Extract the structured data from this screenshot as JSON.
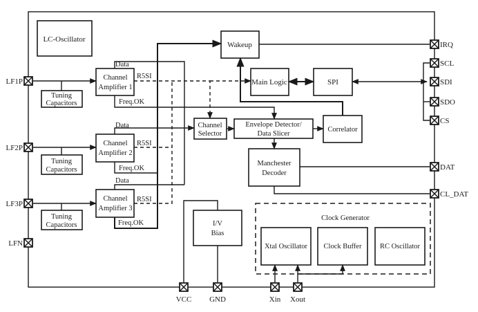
{
  "diagram": {
    "blocks": {
      "lc_oscillator": "LC-Oscillator",
      "wakeup": "Wakeup",
      "main_logic": "Main Logic",
      "spi": "SPI",
      "channel_amp_1": [
        "Channel",
        "Amplifier 1"
      ],
      "channel_amp_2": [
        "Channel",
        "Amplifier 2"
      ],
      "channel_amp_3": [
        "Channel",
        "Amplifier 3"
      ],
      "tuning_caps": [
        "Tuning",
        "Capacitors"
      ],
      "channel_selector": [
        "Channel",
        "Selector"
      ],
      "envelope_detector": [
        "Envelope Detector/",
        "Data Slicer"
      ],
      "correlator": "Correlator",
      "manchester_decoder": [
        "Manchester",
        "Decoder"
      ],
      "iv_bias": [
        "I/V",
        "Bias"
      ],
      "clock_generator": "Clock Generator",
      "xtal_oscillator": "Xtal Oscillator",
      "clock_buffer": "Clock Buffer",
      "rc_oscillator": "RC Oscillator"
    },
    "signal_labels": {
      "data": "Data",
      "rssi": "R5SI",
      "freq_ok": "Freq.OK"
    },
    "pins": {
      "left": [
        "LF1P",
        "LF2P",
        "LF3P",
        "LFN"
      ],
      "right": [
        "IRQ",
        "SCL",
        "SDI",
        "SDO",
        "CS",
        "DAT",
        "CL_DAT"
      ],
      "bottom": [
        "VCC",
        "GND",
        "Xin",
        "Xout"
      ]
    }
  }
}
